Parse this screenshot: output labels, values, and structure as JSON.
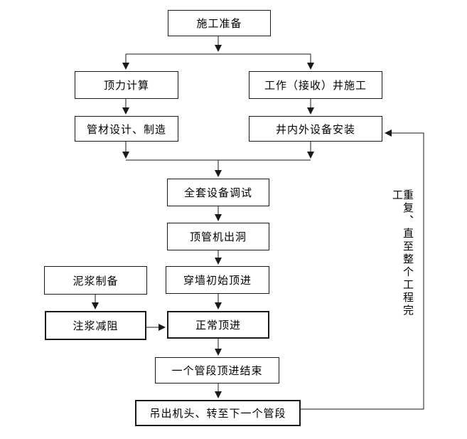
{
  "nodes": {
    "prep": {
      "label": "施工准备"
    },
    "force": {
      "label": "顶力计算"
    },
    "well": {
      "label": "工作（接收）井施工"
    },
    "pipe_design": {
      "label": "管材设计、制造"
    },
    "equipment": {
      "label": "井内外设备安装"
    },
    "debug": {
      "label": "全套设备调试"
    },
    "exit_hole": {
      "label": "顶管机出洞"
    },
    "initial": {
      "label": "穿墙初始顶进"
    },
    "mud": {
      "label": "泥浆制备"
    },
    "grout": {
      "label": "注浆减阻"
    },
    "normal": {
      "label": "正常顶进"
    },
    "section_end": {
      "label": "一个管段顶进结束"
    },
    "lift": {
      "label": "吊出机头、转至下一个管段"
    }
  },
  "annotations": {
    "repeat_note": "重复、直至整个工程完工"
  },
  "colors": {
    "background": "#ffffff",
    "line": "#1a1a1a",
    "text": "#000000"
  }
}
